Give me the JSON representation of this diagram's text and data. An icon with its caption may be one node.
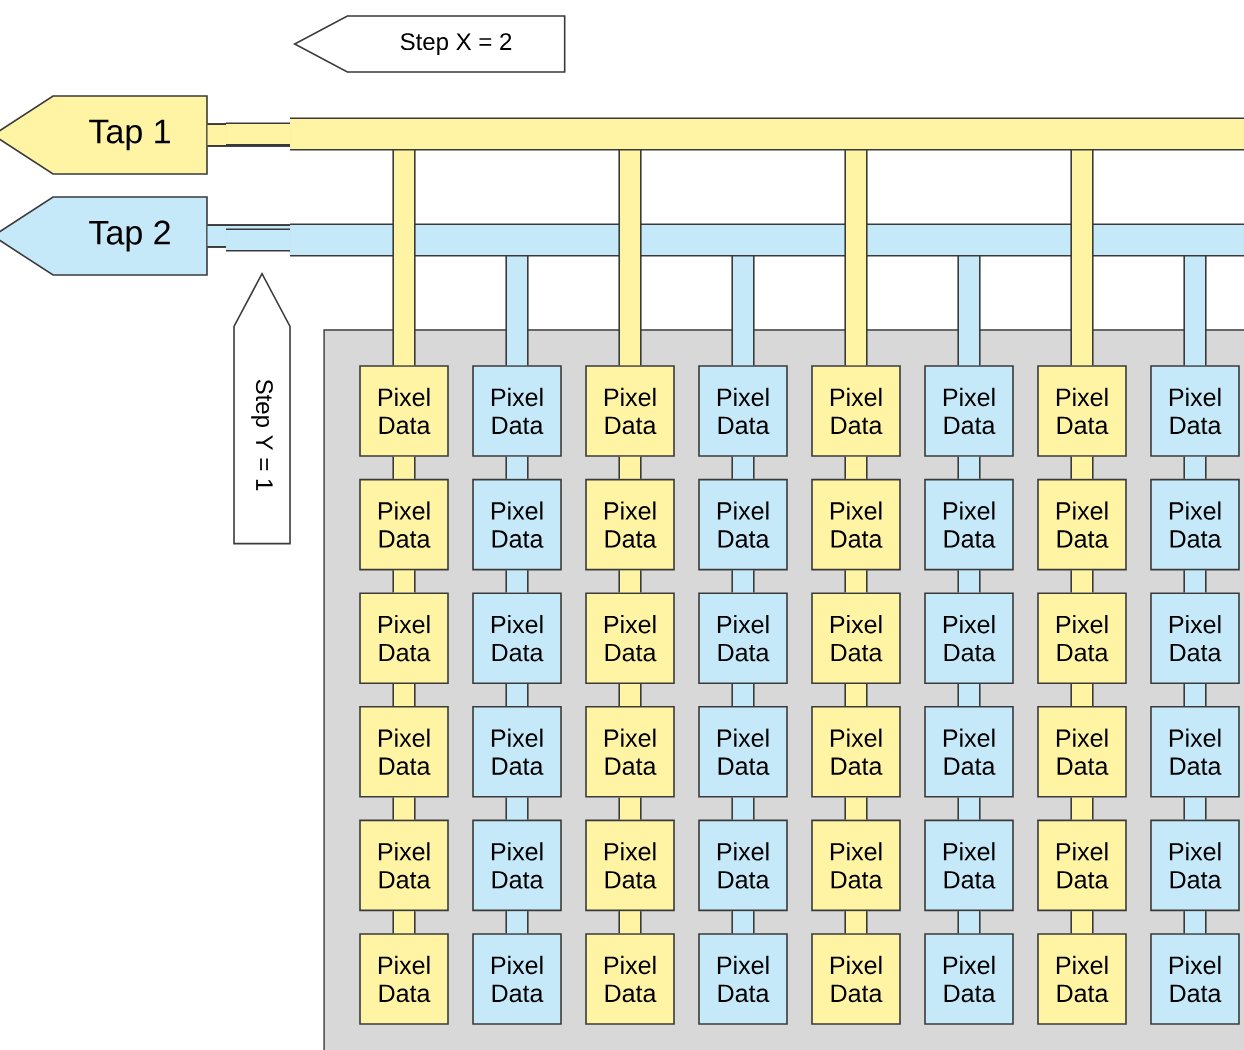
{
  "diagram": {
    "nodes": [
      {
        "text": [
          "Step X = 2"
        ]
      },
      {
        "text": [
          "Tap 1"
        ]
      },
      {
        "text": [
          "Tap 2"
        ]
      },
      {
        "text": [
          "Step Y = 1"
        ]
      },
      {
        "text": [],
        "shape": "box"
      },
      {
        "text": [
          "Pixel Data"
        ],
        "in": 4
      },
      {
        "text": [
          "Pixel Data"
        ],
        "in": 4
      },
      {
        "text": [
          "Pixel Data"
        ],
        "in": 4
      },
      {
        "text": [
          "Pixel Data"
        ],
        "in": 4
      },
      {
        "text": [
          "Pixel Data"
        ],
        "in": 4
      },
      {
        "text": [
          "Pixel Data"
        ],
        "in": 4
      },
      {
        "text": [
          "Pixel Data"
        ],
        "in": 4
      },
      {
        "text": [
          "Pixel Data"
        ],
        "in": 4
      },
      {
        "text": [
          "Pixel Data"
        ],
        "in": 4
      },
      {
        "text": [
          "Pixel Data"
        ],
        "in": 4
      },
      {
        "text": [
          "Pixel Data"
        ],
        "in": 4
      },
      {
        "text": [
          "Pixel Data"
        ],
        "in": 4
      },
      {
        "text": [
          "Pixel Data"
        ],
        "in": 4
      },
      {
        "text": [
          "Pixel Data"
        ],
        "in": 4
      },
      {
        "text": [
          "Pixel Data"
        ],
        "in": 4
      },
      {
        "text": [
          "Pixel Data"
        ],
        "in": 4
      },
      {
        "text": [
          "Pixel Data"
        ],
        "in": 4
      },
      {
        "text": [
          "Pixel Data"
        ],
        "in": 4
      },
      {
        "text": [
          "Pixel Data"
        ],
        "in": 4
      },
      {
        "text": [
          "Pixel Data"
        ],
        "in": 4
      },
      {
        "text": [
          "Pixel Data"
        ],
        "in": 4
      },
      {
        "text": [
          "Pixel Data"
        ],
        "in": 4
      },
      {
        "text": [
          "Pixel Data"
        ],
        "in": 4
      },
      {
        "text": [
          "Pixel Data"
        ],
        "in": 4
      },
      {
        "text": [
          "Pixel Data"
        ],
        "in": 4
      },
      {
        "text": [
          "Pixel Data"
        ],
        "in": 4
      },
      {
        "text": [
          "Pixel Data"
        ],
        "in": 4
      },
      {
        "text": [
          "Pixel Data"
        ],
        "in": 4
      },
      {
        "text": [
          "Pixel Data"
        ],
        "in": 4
      },
      {
        "text": [
          "Pixel Data"
        ],
        "in": 4
      },
      {
        "text": [
          "Pixel Data"
        ],
        "in": 4
      },
      {
        "text": [
          "Pixel Data"
        ],
        "in": 4
      },
      {
        "text": [
          "Pixel Data"
        ],
        "in": 4
      },
      {
        "text": [
          "Pixel Data"
        ],
        "in": 4
      },
      {
        "text": [
          "Pixel Data"
        ],
        "in": 4
      },
      {
        "text": [
          "Pixel Data"
        ],
        "in": 4
      },
      {
        "text": [
          "Pixel Data"
        ],
        "in": 4
      },
      {
        "text": [
          "Pixel Data"
        ],
        "in": 4
      },
      {
        "text": [
          "Pixel Data"
        ],
        "in": 4
      },
      {
        "text": [
          "Pixel Data"
        ],
        "in": 4
      },
      {
        "text": [
          "Pixel Data"
        ],
        "in": 4
      },
      {
        "text": [
          "Pixel Data"
        ],
        "in": 4
      },
      {
        "text": [
          "Pixel Data"
        ],
        "in": 4
      },
      {
        "text": [
          "Pixel Data"
        ],
        "in": 4
      },
      {
        "text": [
          "Pixel Data"
        ],
        "in": 4
      },
      {
        "text": [
          "Pixel Data"
        ],
        "in": 4
      },
      {
        "text": [
          "Pixel Data"
        ],
        "in": 4
      },
      {
        "text": [
          "Pixel Data"
        ],
        "in": 4
      }
    ],
    "edges": [
      {
        "from": 1,
        "to": 5,
        "arrow": "none"
      },
      {
        "from": 2,
        "to": 6,
        "arrow": "none"
      },
      {
        "from": 1,
        "to": 7,
        "arrow": "none"
      },
      {
        "from": 2,
        "to": 8,
        "arrow": "none"
      },
      {
        "from": 1,
        "to": 9,
        "arrow": "none"
      },
      {
        "from": 2,
        "to": 10,
        "arrow": "none"
      },
      {
        "from": 1,
        "to": 11,
        "arrow": "none"
      },
      {
        "from": 2,
        "to": 12,
        "arrow": "none"
      },
      {
        "from": 5,
        "to": 13,
        "arrow": "none"
      },
      {
        "from": 6,
        "to": 14,
        "arrow": "none"
      },
      {
        "from": 7,
        "to": 15,
        "arrow": "none"
      },
      {
        "from": 8,
        "to": 16,
        "arrow": "none"
      },
      {
        "from": 9,
        "to": 17,
        "arrow": "none"
      },
      {
        "from": 10,
        "to": 18,
        "arrow": "none"
      },
      {
        "from": 11,
        "to": 19,
        "arrow": "none"
      },
      {
        "from": 12,
        "to": 20,
        "arrow": "none"
      },
      {
        "from": 13,
        "to": 21,
        "arrow": "none"
      },
      {
        "from": 14,
        "to": 22,
        "arrow": "none"
      },
      {
        "from": 15,
        "to": 23,
        "arrow": "none"
      },
      {
        "from": 16,
        "to": 24,
        "arrow": "none"
      },
      {
        "from": 17,
        "to": 25,
        "arrow": "none"
      },
      {
        "from": 18,
        "to": 26,
        "arrow": "none"
      },
      {
        "from": 19,
        "to": 27,
        "arrow": "none"
      },
      {
        "from": 20,
        "to": 28,
        "arrow": "none"
      },
      {
        "from": 21,
        "to": 29,
        "arrow": "none"
      },
      {
        "from": 22,
        "to": 30,
        "arrow": "none"
      },
      {
        "from": 23,
        "to": 31,
        "arrow": "none"
      },
      {
        "from": 24,
        "to": 32,
        "arrow": "none"
      },
      {
        "from": 25,
        "to": 33,
        "arrow": "none"
      },
      {
        "from": 26,
        "to": 34,
        "arrow": "none"
      },
      {
        "from": 27,
        "to": 35,
        "arrow": "none"
      },
      {
        "from": 28,
        "to": 36,
        "arrow": "none"
      },
      {
        "from": 29,
        "to": 37,
        "arrow": "none"
      },
      {
        "from": 30,
        "to": 38,
        "arrow": "none"
      },
      {
        "from": 31,
        "to": 39,
        "arrow": "none"
      },
      {
        "from": 32,
        "to": 40,
        "arrow": "none"
      },
      {
        "from": 33,
        "to": 41,
        "arrow": "none"
      },
      {
        "from": 34,
        "to": 42,
        "arrow": "none"
      },
      {
        "from": 35,
        "to": 43,
        "arrow": "none"
      },
      {
        "from": 36,
        "to": 44,
        "arrow": "none"
      },
      {
        "from": 37,
        "to": 45,
        "arrow": "none"
      },
      {
        "from": 38,
        "to": 46,
        "arrow": "none"
      },
      {
        "from": 39,
        "to": 47,
        "arrow": "none"
      },
      {
        "from": 40,
        "to": 48,
        "arrow": "none"
      },
      {
        "from": 41,
        "to": 49,
        "arrow": "none"
      },
      {
        "from": 42,
        "to": 50,
        "arrow": "none"
      },
      {
        "from": 43,
        "to": 51,
        "arrow": "none"
      },
      {
        "from": 44,
        "to": 52,
        "arrow": "none"
      }
    ]
  }
}
